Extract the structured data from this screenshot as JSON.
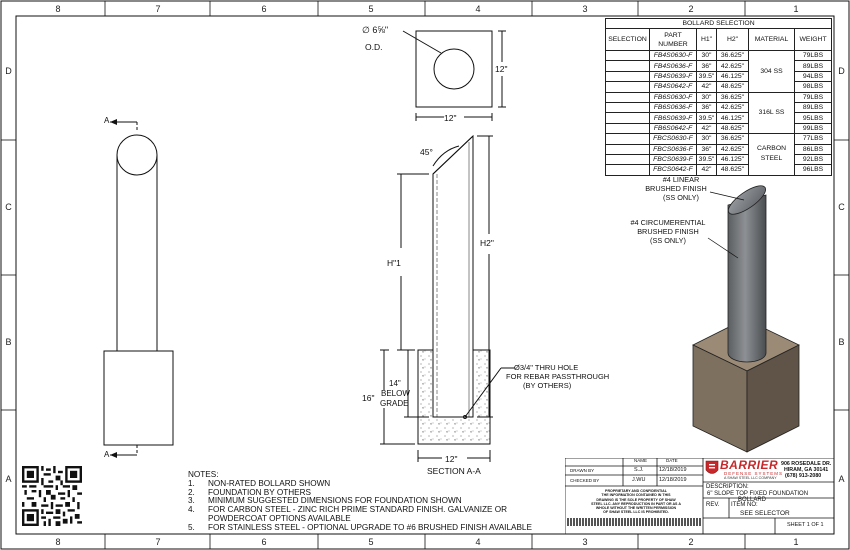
{
  "zones": {
    "columns": [
      "8",
      "7",
      "6",
      "5",
      "4",
      "3",
      "2",
      "1"
    ],
    "rows": [
      "D",
      "C",
      "B",
      "A"
    ]
  },
  "plan_view": {
    "diameter_label": "∅ 6⅝\"",
    "od_label": "O.D.",
    "width_label": "12\"",
    "height_label": "12\""
  },
  "section_view": {
    "angle_label": "45°",
    "h1_label": "H\"1",
    "h2_label": "H2\"",
    "below_grade_label_1": "14\"",
    "below_grade_label_2": "BELOW",
    "below_grade_label_3": "GRADE",
    "depth_label": "16\"",
    "width_label": "12\"",
    "section_title": "SECTION A-A",
    "hole_callout_1": "Ø3/4\" THRU HOLE",
    "hole_callout_2": "FOR REBAR PASSTHROUGH",
    "hole_callout_3": "(BY OTHERS)"
  },
  "elevation_view": {
    "section_marker_top": "A",
    "section_marker_bottom": "A"
  },
  "iso_view": {
    "callout_linear_1": "#4 LINEAR",
    "callout_linear_2": "BRUSHED FINISH",
    "callout_linear_3": "(SS ONLY)",
    "callout_circ_1": "#4 CIRCUMERENTIAL",
    "callout_circ_2": "BRUSHED FINISH",
    "callout_circ_3": "(SS ONLY)"
  },
  "table": {
    "title": "BOLLARD SELECTION",
    "headers": [
      "SELECTION",
      "PART NUMBER",
      "H1\"",
      "H2\"",
      "MATERIAL",
      "WEIGHT"
    ],
    "rows": [
      {
        "part": "FB4S0630-F",
        "h1": "30\"",
        "h2": "36.625\"",
        "weight": "79LBS"
      },
      {
        "part": "FB4S0636-F",
        "h1": "36\"",
        "h2": "42.625\"",
        "weight": "89LBS"
      },
      {
        "part": "FB4S0639-F",
        "h1": "39.5\"",
        "h2": "46.125\"",
        "weight": "94LBS"
      },
      {
        "part": "FB4S0642-F",
        "h1": "42\"",
        "h2": "48.625\"",
        "weight": "98LBS"
      },
      {
        "part": "FB6S0630-F",
        "h1": "30\"",
        "h2": "36.625\"",
        "weight": "79LBS"
      },
      {
        "part": "FB6S0636-F",
        "h1": "36\"",
        "h2": "42.625\"",
        "weight": "89LBS"
      },
      {
        "part": "FB6S0639-F",
        "h1": "39.5\"",
        "h2": "46.125\"",
        "weight": "95LBS"
      },
      {
        "part": "FB6S0642-F",
        "h1": "42\"",
        "h2": "48.625\"",
        "weight": "99LBS"
      },
      {
        "part": "FBCS0630-F",
        "h1": "30\"",
        "h2": "36.625\"",
        "weight": "77LBS"
      },
      {
        "part": "FBCS0636-F",
        "h1": "36\"",
        "h2": "42.625\"",
        "weight": "86LBS"
      },
      {
        "part": "FBCS0639-F",
        "h1": "39.5\"",
        "h2": "46.125\"",
        "weight": "92LBS"
      },
      {
        "part": "FBCS0642-F",
        "h1": "42\"",
        "h2": "48.625\"",
        "weight": "96LBS"
      }
    ],
    "materials": [
      "304 SS",
      "316L SS",
      "CARBON STEEL"
    ]
  },
  "notes": {
    "title": "NOTES:",
    "items": [
      {
        "num": "1.",
        "text": "NON-RATED BOLLARD SHOWN"
      },
      {
        "num": "2.",
        "text": "FOUNDATION BY OTHERS"
      },
      {
        "num": "3.",
        "text": "MINIMUM SUGGESTED DIMENSIONS FOR FOUNDATION SHOWN"
      },
      {
        "num": "4.",
        "text": "FOR CARBON STEEL - ZINC RICH PRIME STANDARD FINISH. GALVANIZE OR"
      },
      {
        "num": "",
        "text": "POWDERCOAT OPTIONS AVAILABLE"
      },
      {
        "num": "5.",
        "text": "FOR STAINLESS STEEL - OPTIONAL UPGRADE TO #6 BRUSHED FINISH AVAILABLE"
      }
    ]
  },
  "title_block": {
    "col_name": "NAME",
    "col_date": "DATE",
    "drawn_by_label": "DRAWN BY",
    "drawn_by_name": "S.J.",
    "drawn_by_date": "12/18/2019",
    "checked_by_label": "CHECKED BY",
    "checked_by_name": "J.WU",
    "checked_by_date": "12/18/2019",
    "company_name": "BARRIER",
    "company_sub": "DEFENSE SYSTEMS",
    "company_tag": "A SHAW STEEL LLC COMPANY",
    "address_1": "906 ROSEDALE DR.",
    "address_2": "HIRAM, GA 30141",
    "phone": "(678) 913-2080",
    "description_label": "DESCRIPTION:",
    "description_1": "6\" SLOPE TOP FIXED FOUNDATION",
    "description_2": "BOLLARD",
    "rev_label": "REV.",
    "item_no_label": "ITEM NO:",
    "item_no_value": "SEE SELECTOR",
    "sheet_label": "SHEET 1 OF 1",
    "proprietary_1": "PROPRIETARY AND CONFIDENTIAL",
    "proprietary_2": "THE INFORMATION CONTAINED IN THIS",
    "proprietary_3": "DRAWING IS THE SOLE PROPERTY OF SHAW",
    "proprietary_4": "STEEL LLC. ANY REPRODUCTION IN PART OR AS A",
    "proprietary_5": "WHOLE WITHOUT THE WRITTEN PERMISSION",
    "proprietary_6": "OF SHAW STEEL LLC IS PROHIBITED."
  },
  "colors": {
    "line": "#111111",
    "concrete": "#8a7d6d",
    "concrete_dark": "#5e5347",
    "steel": "#6f7275",
    "brand_red": "#c8282a"
  }
}
